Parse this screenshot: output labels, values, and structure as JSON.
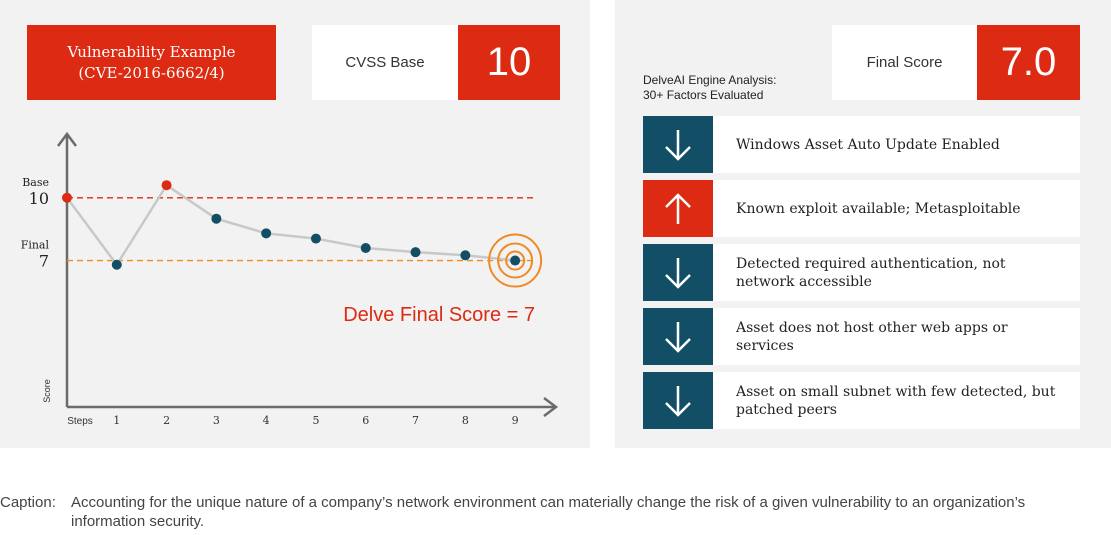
{
  "header": {
    "vuln_line1": "Vulnerability Example",
    "vuln_line2": "(CVE-2016-6662/4)",
    "cvss_label": "CVSS Base",
    "cvss_value": "10",
    "engine_line1": "DelveAI Engine Analysis:",
    "engine_line2": "30+ Factors Evaluated",
    "final_label": "Final Score",
    "final_value": "7.0"
  },
  "factors": [
    {
      "direction": "down",
      "icon": "arrow-down-icon",
      "text": "Windows Asset Auto Update Enabled"
    },
    {
      "direction": "up",
      "icon": "arrow-up-icon",
      "text": "Known exploit available; Metasploitable"
    },
    {
      "direction": "down",
      "icon": "arrow-down-icon",
      "text": "Detected required authentication, not network accessible"
    },
    {
      "direction": "down",
      "icon": "arrow-down-icon",
      "text": "Asset does not host other web apps or services"
    },
    {
      "direction": "down",
      "icon": "arrow-down-icon",
      "text": "Asset on small subnet with few detected, but patched peers"
    }
  ],
  "colors": {
    "red": "#dd2a12",
    "teal": "#124e65",
    "orange": "#f08a24",
    "line": "#c8c8c8"
  },
  "chart_data": {
    "type": "line",
    "xlabel": "Steps",
    "ylabel": "Score",
    "x": [
      0,
      1,
      2,
      3,
      4,
      5,
      6,
      7,
      8,
      9
    ],
    "tick_labels": [
      "1",
      "2",
      "3",
      "4",
      "5",
      "6",
      "7",
      "8",
      "9"
    ],
    "values": [
      10,
      6.8,
      10.6,
      9.0,
      8.3,
      8.05,
      7.6,
      7.4,
      7.25,
      7.0
    ],
    "ylim": [
      0,
      13
    ],
    "xlim": [
      0,
      9.6
    ],
    "reference_lines": [
      {
        "label": "Base",
        "value_label": "10",
        "value": 10,
        "color": "#dd2a12"
      },
      {
        "label": "Final",
        "value_label": "7",
        "value": 7,
        "color": "#f08a24"
      }
    ],
    "highlight_points": [
      0,
      2
    ],
    "annotation": "Delve Final Score = 7",
    "grid": false
  },
  "caption": {
    "label": "Caption:",
    "text": "Accounting for the unique nature of a company’s network environment can materially change the risk of a given vulnerability to an organization’s information security."
  }
}
